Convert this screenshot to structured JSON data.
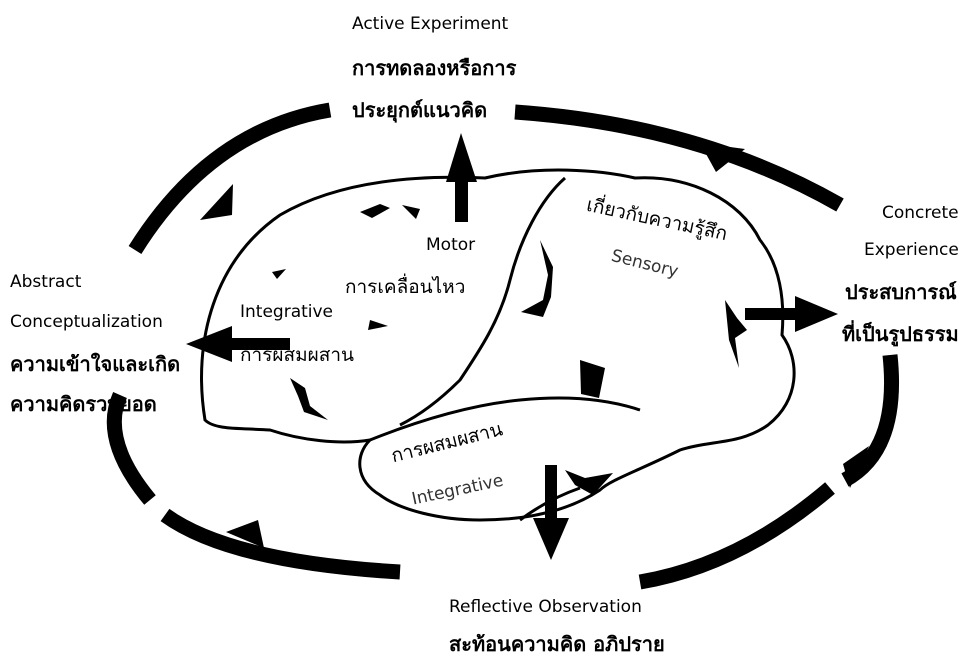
{
  "top": {
    "en": "Active Experiment",
    "th1": "การทดลองหรือการ",
    "th2": "ประยุกต์แนวคิด"
  },
  "right": {
    "en1": "Concrete",
    "en2": "Experience",
    "th1": "ประสบการณ์",
    "th2": "ที่เป็นรูปธรรม"
  },
  "bottom": {
    "en": "Reflective Observation",
    "th": "สะท้อนความคิด อภิปราย"
  },
  "left": {
    "en1": "Abstract",
    "en2": "Conceptualization",
    "th1": "ความเข้าใจและเกิด",
    "th2": "ความคิดรวบยอด"
  },
  "brain": {
    "motor_en": "Motor",
    "motor_th": "การเคลื่อนไหว",
    "integrative_en": "Integrative",
    "integrative_th": "การผสมผสาน",
    "sensory_th": "เกี่ยวกับความรู้สึก",
    "sensory_en": "Sensory",
    "temporal_th": "การผสมผสาน",
    "temporal_en": "Integrative"
  }
}
